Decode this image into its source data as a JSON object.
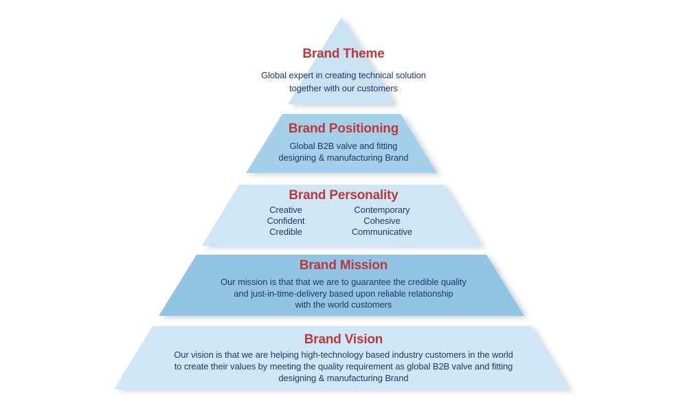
{
  "diagram": {
    "type": "pyramid",
    "background": "#ffffff",
    "colors": {
      "heading_text": "#b9393c",
      "body_text": "#20376a",
      "band_theme": "#c9e2f4",
      "band_positioning": "#a5d0ea",
      "band_personality": "#cee6f6",
      "band_mission": "#92c4e3",
      "band_vision": "#cfe7f6"
    },
    "levels": [
      {
        "id": "theme",
        "heading": "Brand Theme",
        "body_lines": [
          "Global expert in creating technical solution",
          "together with our customers"
        ]
      },
      {
        "id": "positioning",
        "heading": "Brand Positioning",
        "body_lines": [
          "Global B2B valve and fitting",
          "designing & manufacturing Brand"
        ]
      },
      {
        "id": "personality",
        "heading": "Brand Personality",
        "columns": [
          [
            "Creative",
            "Confident",
            "Credible"
          ],
          [
            "Contemporary",
            "Cohesive",
            "Communicative"
          ]
        ]
      },
      {
        "id": "mission",
        "heading": "Brand Mission",
        "body_lines": [
          "Our mission is that that we are to guarantee the credible quality",
          "and just-in-time-delivery based upon reliable relationship",
          "with the world customers"
        ]
      },
      {
        "id": "vision",
        "heading": "Brand Vision",
        "body_lines": [
          "Our vision is that we are helping high-technology based industry customers in the world",
          "to create their values by meeting the quality requirement as global B2B valve and fitting",
          "designing & manufacturing Brand"
        ]
      }
    ]
  }
}
